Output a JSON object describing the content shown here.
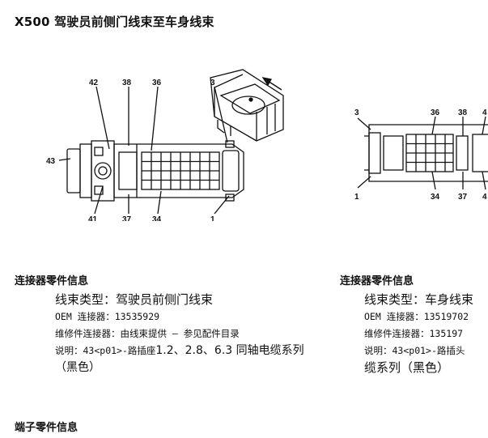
{
  "title": "X500 驾驶员前侧门线束至车身线束",
  "diagrams": {
    "left": {
      "callouts": [
        "42",
        "38",
        "36",
        "3",
        "43",
        "41",
        "37",
        "34",
        "1"
      ]
    },
    "right": {
      "callouts": [
        "3",
        "36",
        "38",
        "4",
        "1",
        "34",
        "37",
        "4"
      ]
    }
  },
  "connector_left": {
    "heading": "连接器零件信息",
    "harness_type": "线束类型：驾驶员前侧门线束",
    "oem": "OEM 连接器：13535929",
    "service": "维修件连接器：由线束提供 – 参见配件目录",
    "desc_prefix": "说明：43<p01>-路插座",
    "desc_rest": "1.2、2.8、6.3 同轴电缆系列（黑色）"
  },
  "connector_right": {
    "heading": "连接器零件信息",
    "harness_type": "线束类型：车身线束",
    "oem": "OEM 连接器：13519702",
    "service": "维修件连接器：135197",
    "desc_prefix": "说明：43<p01>-路插头",
    "desc_rest": "缆系列（黑色）"
  },
  "terminal_heading": "端子零件信息"
}
